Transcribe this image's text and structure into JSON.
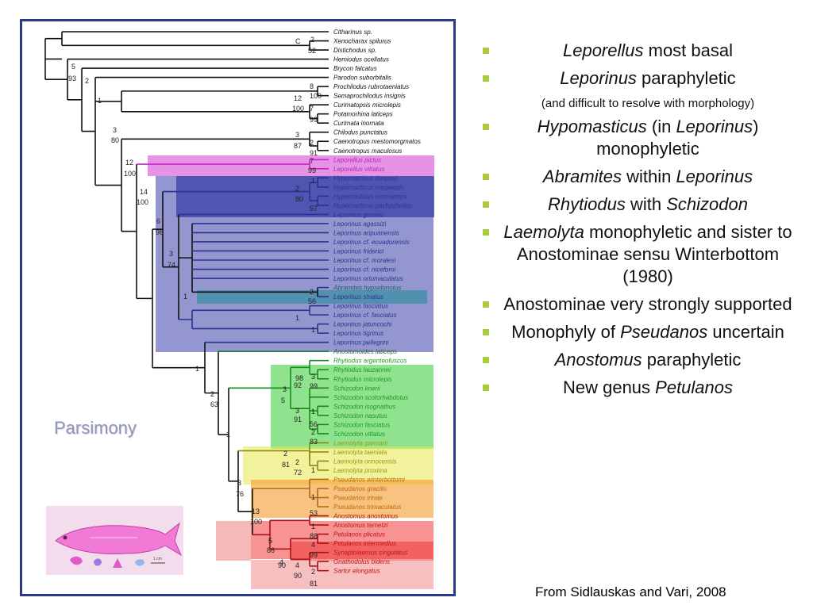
{
  "diagram": {
    "method_label": "Parsimony",
    "clade_colors": {
      "magenta": "#d23ad2",
      "blue": "#3a3fa8",
      "teal": "#2f8ea0",
      "darkgreen": "#1f7a3a",
      "green": "#33cc33",
      "yellow": "#e8e84a",
      "orange": "#f39a2a",
      "red": "#f03a3a",
      "pink": "#f08a8a",
      "black": "#111111"
    },
    "taxa": [
      {
        "name": "Citharinus sp.",
        "color": "black"
      },
      {
        "name": "Xenocharax spilurus",
        "color": "black"
      },
      {
        "name": "Distichodus sp.",
        "color": "black"
      },
      {
        "name": "Hemiodus ocellatus",
        "color": "black"
      },
      {
        "name": "Brycon falcatus",
        "color": "black"
      },
      {
        "name": "Parodon suborbitalis",
        "color": "black"
      },
      {
        "name": "Prochilodus rubrotaeniatus",
        "color": "black"
      },
      {
        "name": "Semaprochilodus insignis",
        "color": "black"
      },
      {
        "name": "Curimatopsis microlepis",
        "color": "black"
      },
      {
        "name": "Potamorhina laticeps",
        "color": "black"
      },
      {
        "name": "Curimata inornata",
        "color": "black"
      },
      {
        "name": "Chilodus punctatus",
        "color": "black"
      },
      {
        "name": "Caenotropus mestomorgmatos",
        "color": "black"
      },
      {
        "name": "Caenotropus maculosus",
        "color": "black"
      },
      {
        "name": "Leporellus pictus",
        "color": "magenta"
      },
      {
        "name": "Leporellus vittatus",
        "color": "magenta"
      },
      {
        "name": "Hypomasticus despaxi",
        "color": "blue"
      },
      {
        "name": "Hypomasticus megalepis",
        "color": "blue"
      },
      {
        "name": "Hypomasticus mormyrops",
        "color": "blue"
      },
      {
        "name": "Hypomasticus pachycheilus",
        "color": "blue"
      },
      {
        "name": "Leporinus gomesi",
        "color": "blue"
      },
      {
        "name": "Leporinus agassizi",
        "color": "blue"
      },
      {
        "name": "Leporinus aripuanensis",
        "color": "blue"
      },
      {
        "name": "Leporinus cf. ecuadorensis",
        "color": "blue"
      },
      {
        "name": "Leporinus friderici",
        "color": "blue"
      },
      {
        "name": "Leporinus cf. moralesi",
        "color": "blue"
      },
      {
        "name": "Leporinus cf. niceforoi",
        "color": "blue"
      },
      {
        "name": "Leporinus ortomaculatus",
        "color": "blue"
      },
      {
        "name": "Abramites hypselonotus",
        "color": "teal"
      },
      {
        "name": "Leporinus striatus",
        "color": "blue"
      },
      {
        "name": "Leporinus fasciatus",
        "color": "blue"
      },
      {
        "name": "Leporinus cf. fasciatus",
        "color": "blue"
      },
      {
        "name": "Leporinus jatuncochi",
        "color": "blue"
      },
      {
        "name": "Leporinus tigrinus",
        "color": "blue"
      },
      {
        "name": "Leporinus pellegrini",
        "color": "blue"
      },
      {
        "name": "Anostomoides laticeps",
        "color": "darkgreen"
      },
      {
        "name": "Rhytiodus argenteofuscus",
        "color": "green"
      },
      {
        "name": "Rhytiodus lauzannei",
        "color": "green"
      },
      {
        "name": "Rhytiodus microlepis",
        "color": "green"
      },
      {
        "name": "Schizodon knerii",
        "color": "green"
      },
      {
        "name": "Schizodon scotorhabdotus",
        "color": "green"
      },
      {
        "name": "Schizodon isognathus",
        "color": "green"
      },
      {
        "name": "Schizodon nasutus",
        "color": "green"
      },
      {
        "name": "Schizodon fasciatus",
        "color": "green"
      },
      {
        "name": "Schizodon vittatus",
        "color": "green"
      },
      {
        "name": "Laemolyta garmani",
        "color": "yellow"
      },
      {
        "name": "Laemolyta taeniata",
        "color": "yellow"
      },
      {
        "name": "Laemolyta orinocensis",
        "color": "yellow"
      },
      {
        "name": "Laemolyta proxima",
        "color": "yellow"
      },
      {
        "name": "Pseudanos winterbottomi",
        "color": "orange"
      },
      {
        "name": "Pseudanos gracilis",
        "color": "orange"
      },
      {
        "name": "Pseudanos irinae",
        "color": "orange"
      },
      {
        "name": "Pseudanos trimaculatus",
        "color": "orange"
      },
      {
        "name": "Anostomus anostomus",
        "color": "red"
      },
      {
        "name": "Anostomus ternetzi",
        "color": "red"
      },
      {
        "name": "Petulanos plicatus",
        "color": "red"
      },
      {
        "name": "Petulanos intermedius",
        "color": "red"
      },
      {
        "name": "Synaptolaemus cingulatus",
        "color": "red"
      },
      {
        "name": "Gnathodolus bidens",
        "color": "red"
      },
      {
        "name": "Sartor elongatus",
        "color": "red"
      }
    ],
    "node_labels": [
      "C",
      "2",
      "52",
      "5",
      "93",
      "2",
      "1",
      "8",
      "100",
      "12",
      "100",
      "7",
      "99",
      "3",
      "80",
      "3",
      "87",
      "2",
      "91",
      "12",
      "100",
      "14",
      "100",
      "7",
      "99",
      "2",
      "80",
      "1",
      "57",
      "6",
      "96",
      "3",
      "74",
      "1",
      "2",
      "56",
      "1",
      "1",
      "1",
      "2",
      "63",
      "3",
      "5",
      "98",
      "92",
      "3",
      "99",
      "3",
      "91",
      "1",
      "56",
      "2",
      "83",
      "1",
      "2",
      "81",
      "2",
      "72",
      "1",
      "3",
      "76",
      "13",
      "100",
      "1",
      "53",
      "5",
      "86",
      "1",
      "88",
      "4",
      "99",
      "4",
      "90",
      "4",
      "90",
      "2",
      "81"
    ],
    "fish_scale_text": "1 cm"
  },
  "bullets": [
    {
      "parts": [
        {
          "t": "Leporellus",
          "i": true
        },
        {
          "t": " most basal",
          "i": false
        }
      ]
    },
    {
      "parts": [
        {
          "t": "Leporinus",
          "i": true
        },
        {
          "t": " paraphyletic",
          "i": false
        }
      ]
    },
    {
      "parts": [
        {
          "t": "(and difficult to resolve with morphology)",
          "i": false
        }
      ],
      "small": true
    },
    {
      "parts": [
        {
          "t": "Hypomasticus",
          "i": true
        },
        {
          "t": " (in ",
          "i": false
        },
        {
          "t": "Leporinus",
          "i": true
        },
        {
          "t": ") monophyletic",
          "i": false
        }
      ]
    },
    {
      "parts": [
        {
          "t": "Abramites",
          "i": true
        },
        {
          "t": " within ",
          "i": false
        },
        {
          "t": "Leporinus",
          "i": true
        }
      ]
    },
    {
      "parts": [
        {
          "t": "Rhytiodus",
          "i": true
        },
        {
          "t": " with ",
          "i": false
        },
        {
          "t": "Schizodon",
          "i": true
        }
      ]
    },
    {
      "parts": [
        {
          "t": "Laemolyta",
          "i": true
        },
        {
          "t": " monophyletic and sister to Anostominae sensu Winterbottom (1980)",
          "i": false
        }
      ]
    },
    {
      "parts": [
        {
          "t": "Anostominae very strongly supported",
          "i": false
        }
      ]
    },
    {
      "parts": [
        {
          "t": "Monophyly of ",
          "i": false
        },
        {
          "t": "Pseudanos",
          "i": true
        },
        {
          "t": " uncertain",
          "i": false
        }
      ]
    },
    {
      "parts": [
        {
          "t": "Anostomus",
          "i": true
        },
        {
          "t": " paraphyletic",
          "i": false
        }
      ]
    },
    {
      "parts": [
        {
          "t": "New genus ",
          "i": false
        },
        {
          "t": "Petulanos",
          "i": true
        }
      ]
    }
  ],
  "source": "From Sidlauskas and Vari, 2008"
}
